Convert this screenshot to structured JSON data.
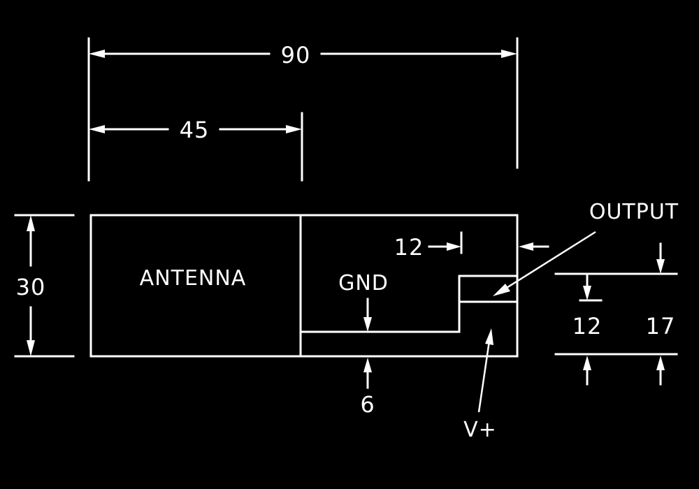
{
  "dimensions": {
    "overall_length": "90",
    "antenna_length": "45",
    "height": "30",
    "gnd_step": "12",
    "gnd_height": "6",
    "output_gap": "12",
    "output_height": "17"
  },
  "labels": {
    "antenna": "ANTENNA",
    "gnd": "GND",
    "output": "OUTPUT",
    "vplus": "V+"
  },
  "colors": {
    "background": "#000000",
    "stroke": "#ffffff"
  }
}
